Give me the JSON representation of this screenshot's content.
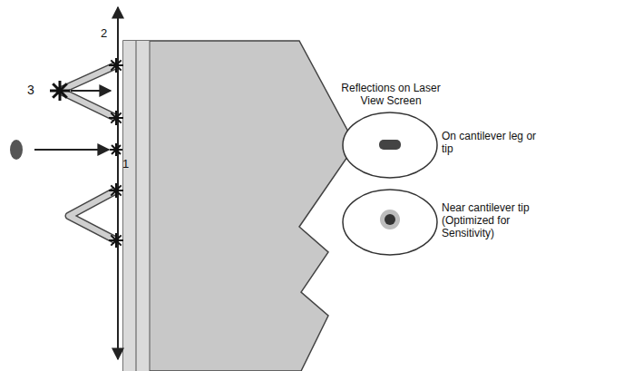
{
  "diagram": {
    "labels": [
      "2",
      "3",
      "1",
      "Reflections on Laser View Screen",
      "On cantilever leg or tip",
      "Near cantilever tip (Optimized for Sensitivity)"
    ]
  }
}
